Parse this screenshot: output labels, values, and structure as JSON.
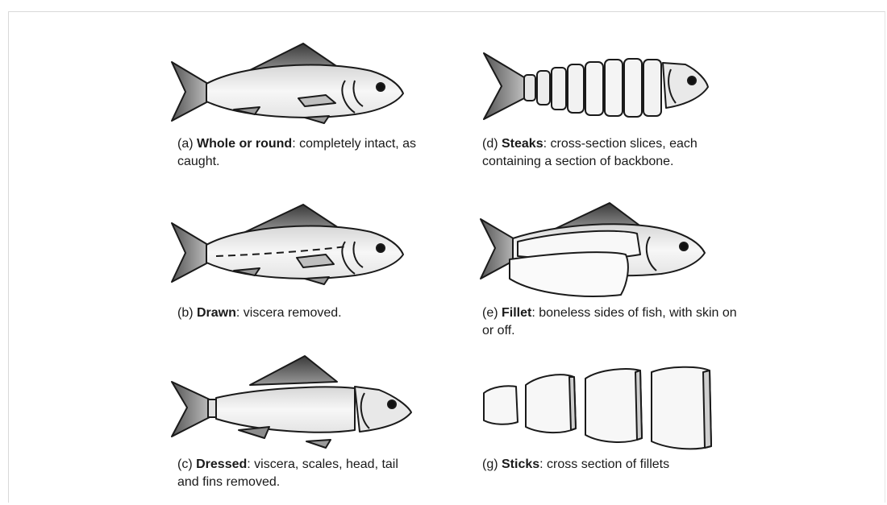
{
  "items": [
    {
      "id": "a",
      "prefix": "(a) ",
      "term": "Whole or round",
      "desc": ": completely intact, as caught."
    },
    {
      "id": "b",
      "prefix": "(b) ",
      "term": "Drawn",
      "desc": ": viscera removed."
    },
    {
      "id": "c",
      "prefix": "(c) ",
      "term": "Dressed",
      "desc": ": viscera, scales, head, tail and fins removed."
    },
    {
      "id": "d",
      "prefix": "(d) ",
      "term": "Steaks",
      "desc": ": cross-section slices, each containing a section of backbone."
    },
    {
      "id": "e",
      "prefix": "(e) ",
      "term": "Fillet",
      "desc": ": boneless sides of fish, with skin on or off."
    },
    {
      "id": "g",
      "prefix": "(g) ",
      "term": "Sticks",
      "desc": ": cross section of fillets"
    }
  ]
}
